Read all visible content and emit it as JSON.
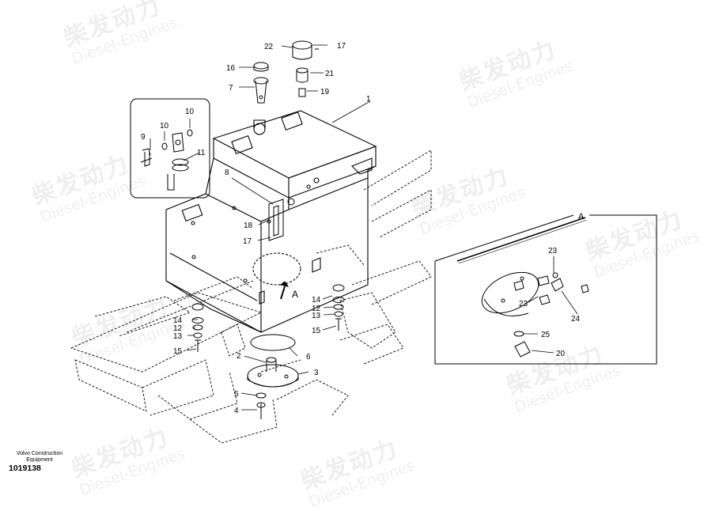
{
  "watermark": {
    "brand_cn": "柴发动力",
    "brand_en": "Diesel-Engines"
  },
  "footer": {
    "company_line1": "Volvo Construction",
    "company_line2": "Equipment",
    "drawing_number": "1019138"
  },
  "detail_view": {
    "label": "A"
  },
  "callouts": {
    "c1": "1",
    "c2": "2",
    "c3": "3",
    "c4": "4",
    "c5": "5",
    "c6": "6",
    "c7": "7",
    "c8": "8",
    "c9": "9",
    "c10a": "10",
    "c10b": "10",
    "c11": "11",
    "c12a": "12",
    "c12b": "12",
    "c13a": "13",
    "c13b": "13",
    "c14a": "14",
    "c14b": "14",
    "c15a": "15",
    "c15b": "15",
    "c16": "16",
    "c17a": "17",
    "c17b": "17",
    "c18": "18",
    "c19": "19",
    "c20": "20",
    "c21": "21",
    "c22": "22",
    "c23a": "23",
    "c23b": "23",
    "c24": "24",
    "c25": "25",
    "cA": "A"
  }
}
